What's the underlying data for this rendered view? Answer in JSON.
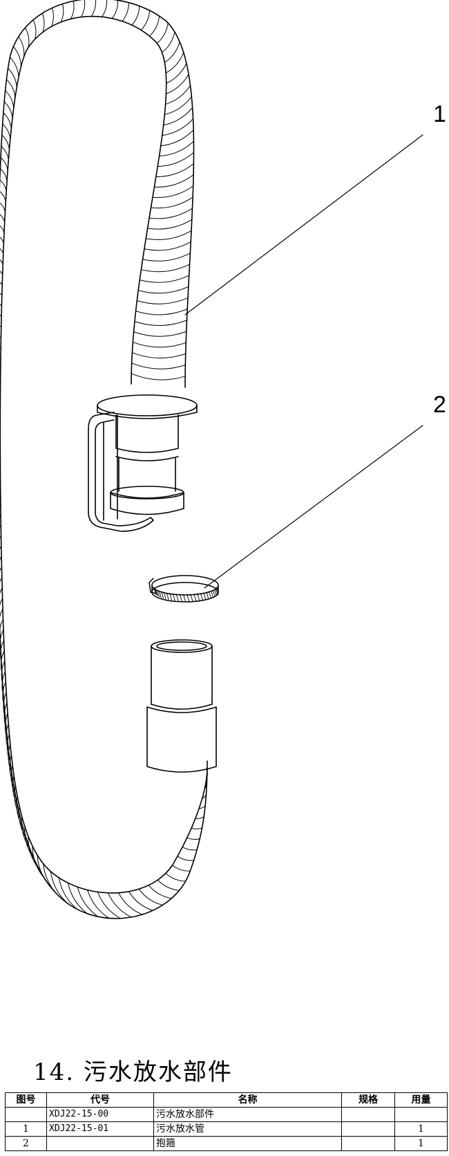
{
  "callouts": [
    "1",
    "2"
  ],
  "section_title": "14. 污水放水部件",
  "table": {
    "headers": [
      "图号",
      "代号",
      "名称",
      "规格",
      "用量"
    ],
    "rows": [
      {
        "no": "",
        "code": "XDJ22-15-00",
        "name": "污水放水部件",
        "spec": "",
        "qty": ""
      },
      {
        "no": "1",
        "code": "XDJ22-15-01",
        "name": "污水放水管",
        "spec": "",
        "qty": "1"
      },
      {
        "no": "2",
        "code": "",
        "name": "抱箍",
        "spec": "",
        "qty": "1"
      }
    ]
  },
  "colors": {
    "line": "#000000",
    "background": "#ffffff"
  }
}
